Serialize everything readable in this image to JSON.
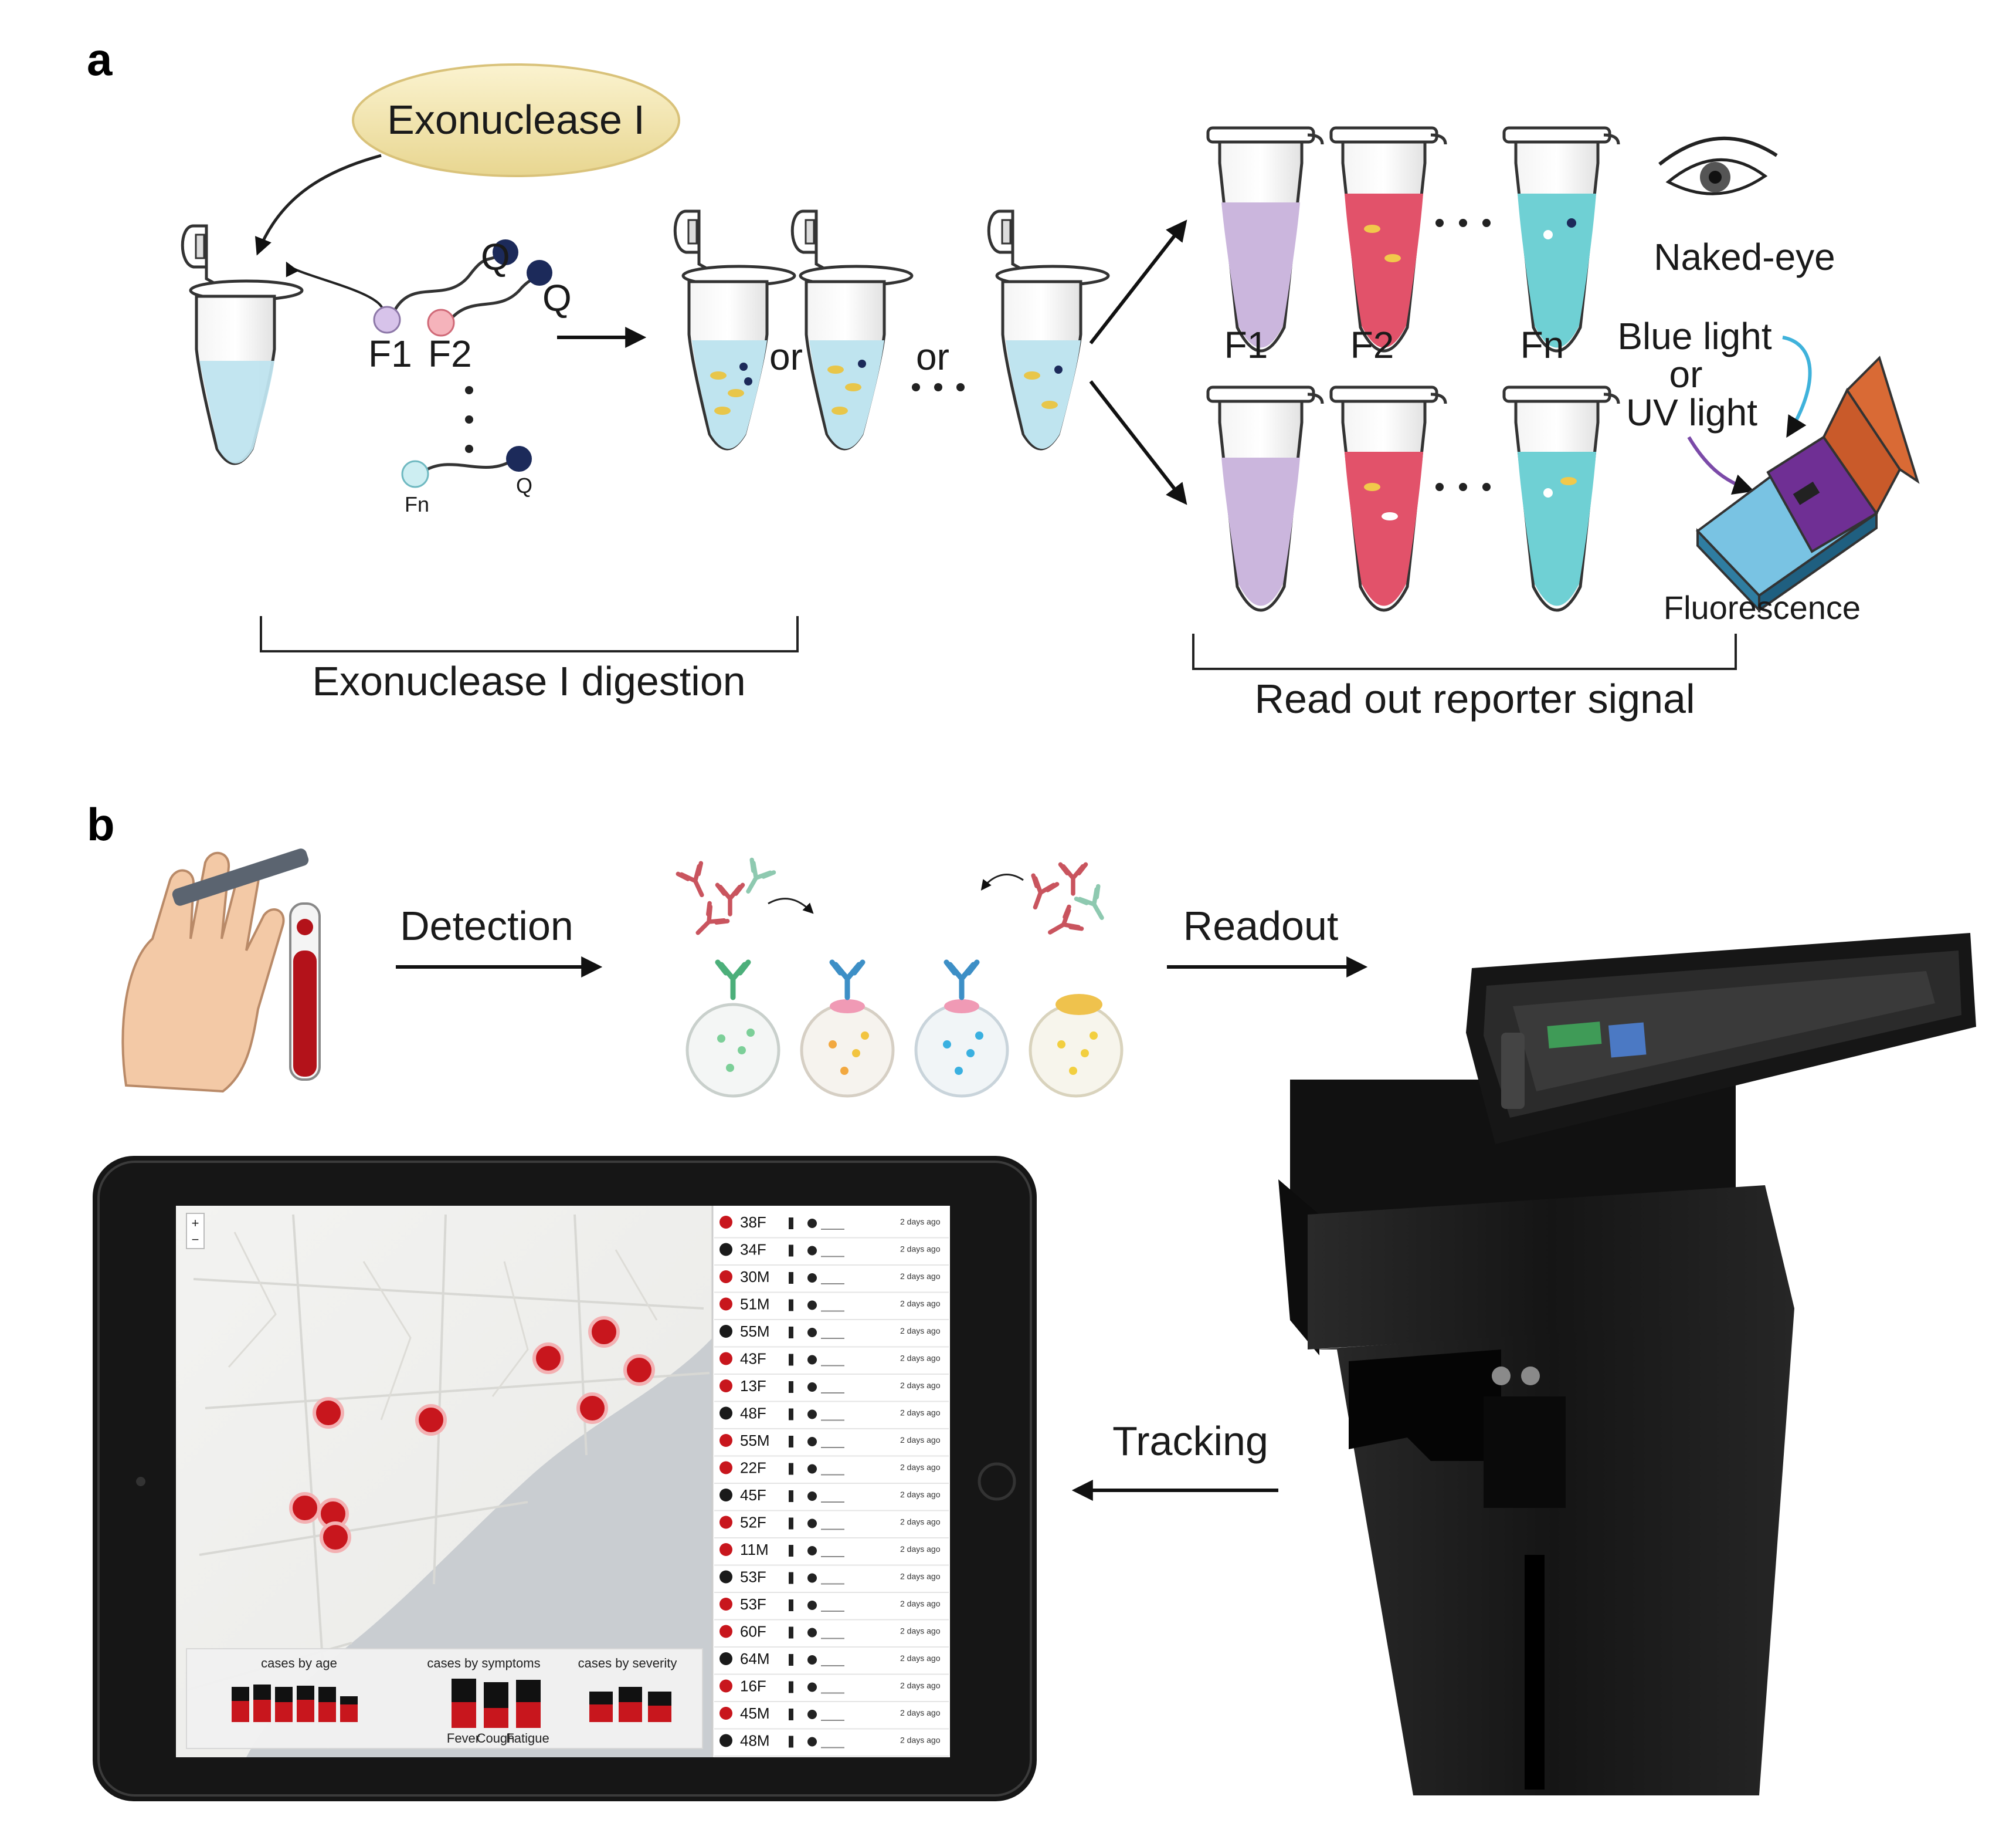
{
  "panel_a": {
    "letter": "a",
    "enzyme": "Exonuclease I",
    "probe_labels": {
      "f1": "F1",
      "f2": "F2",
      "fn": "Fn",
      "q1": "Q",
      "q2": "Q",
      "qn": "Q"
    },
    "or_1": "or",
    "or_2": "or",
    "tube_labels": [
      "F1",
      "F2",
      "Fn"
    ],
    "eye_label": "Naked-eye",
    "light_label_1": "Blue light",
    "light_label_2": "or",
    "light_label_3": "UV light",
    "fluorescence_label": "Fluorescence",
    "bracket_left": "Exonuclease I digestion",
    "bracket_right": "Read out reporter signal"
  },
  "panel_b": {
    "letter": "b",
    "detection": "Detection",
    "readout": "Readout",
    "tracking": "Tracking",
    "patients": [
      "38F",
      "34F",
      "30M",
      "51M",
      "55M",
      "43F",
      "13F",
      "48F",
      "55M",
      "22F",
      "45F",
      "52F",
      "11M",
      "53F",
      "53F",
      "60F",
      "64M",
      "16F",
      "45M",
      "48M"
    ],
    "time_ago": "2 days ago",
    "chart_groups": [
      "cases by age",
      "cases by symptoms",
      "cases by severity"
    ],
    "symptom_labels": [
      "Fever",
      "Cough",
      "Fatigue"
    ],
    "colors": {
      "accent": "#c8161d",
      "lavender": "#cbb6dd",
      "pink": "#e2526a",
      "cyan": "#6fd0d4",
      "navy": "#1c2a5a",
      "device": "#141414"
    }
  }
}
